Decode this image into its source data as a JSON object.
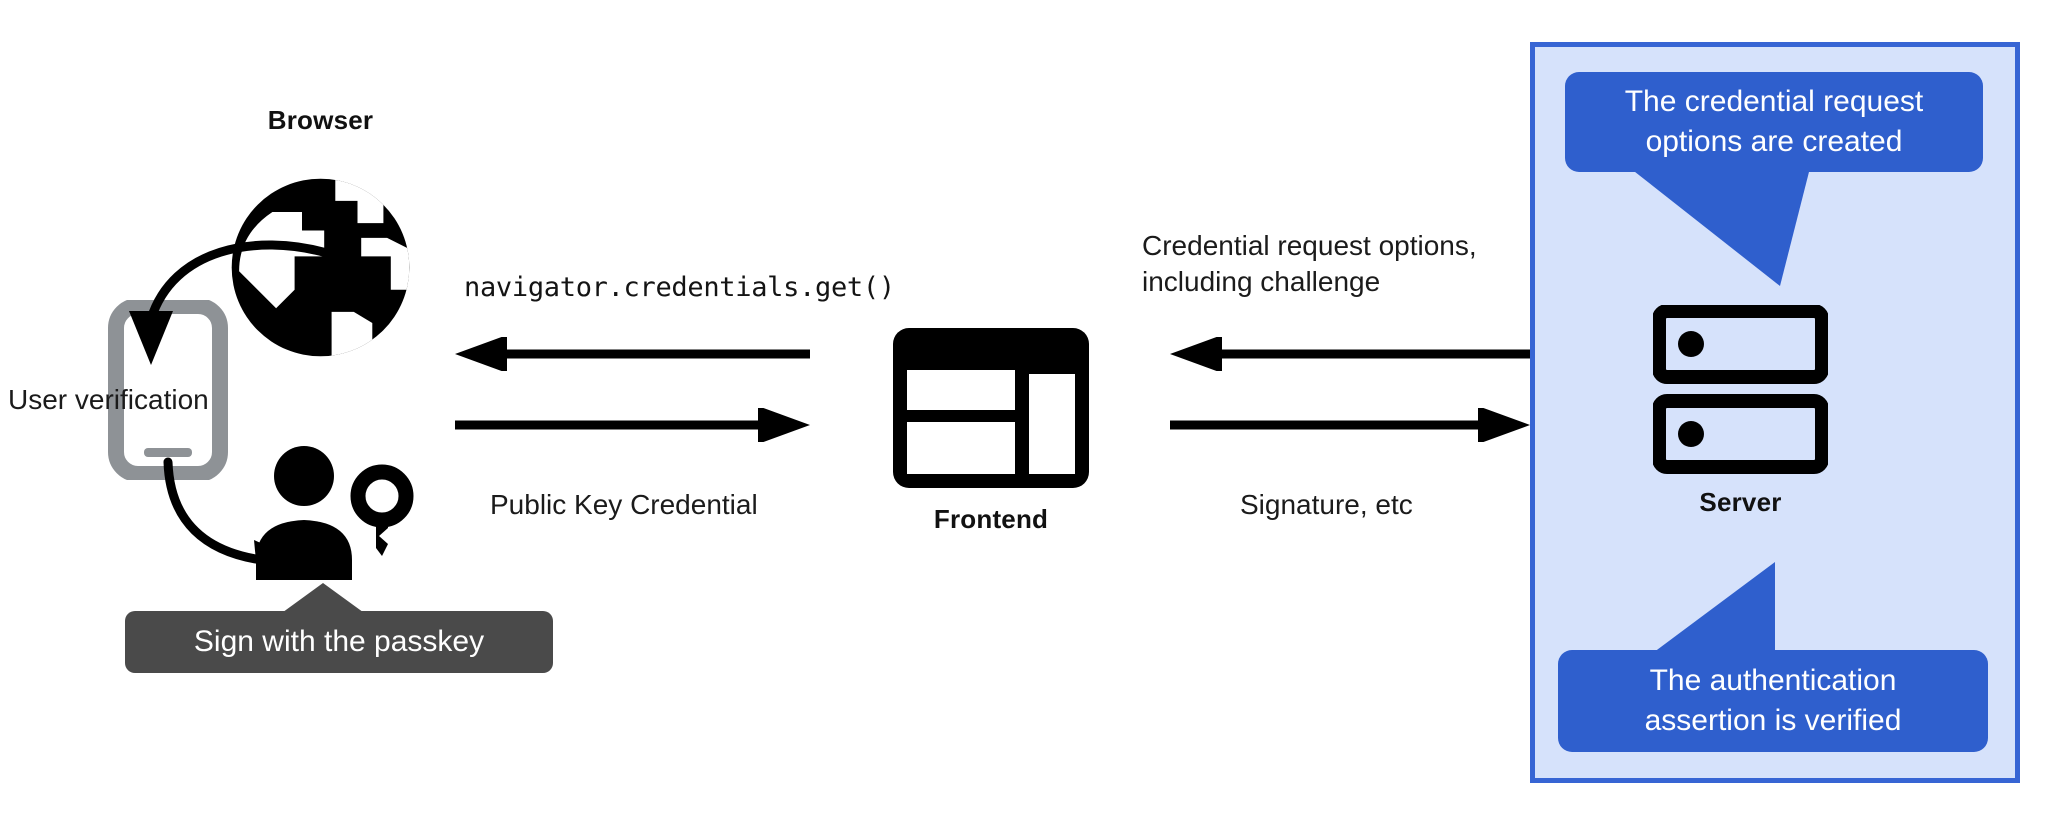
{
  "diagram": {
    "title": "WebAuthn passkey authentication flow",
    "background": "#ffffff"
  },
  "colors": {
    "panel_fill": "#d6e2fb",
    "panel_border": "#3765d4",
    "callout_blue": "#2f5fcd",
    "tooltip_gray": "#4a4a4a",
    "icon_black": "#000000",
    "phone_gray": "#8e9296",
    "text": "#1b1b1b"
  },
  "nodes": {
    "browser": {
      "label": "Browser",
      "icon": "globe-icon"
    },
    "authenticator": {
      "icon": "phone-icon"
    },
    "user": {
      "icon": "person-with-key-icon"
    },
    "frontend": {
      "label": "Frontend",
      "icon": "window-layout-icon"
    },
    "server": {
      "label": "Server",
      "icon": "server-rack-icon"
    }
  },
  "labels": {
    "user_verification": "User verification",
    "navigator_get": "navigator.credentials.get()",
    "public_key_credential": "Public Key Credential",
    "credential_request_options": "Credential request options,",
    "credential_request_options_line2": "including challenge",
    "signature_etc": "Signature, etc"
  },
  "callouts": {
    "top": {
      "line1": "The credential request",
      "line2": "options are created",
      "text": "The credential request options are created"
    },
    "bottom": {
      "line1": "The authentication",
      "line2": "assertion is verified",
      "text": "The authentication assertion is verified"
    }
  },
  "tooltip": {
    "sign_with_passkey": "Sign with the passkey"
  },
  "arrows": [
    {
      "name": "browser-to-authenticator",
      "direction": "curve-down-left"
    },
    {
      "name": "authenticator-to-user",
      "direction": "curve-down-right"
    },
    {
      "name": "frontend-to-browser",
      "direction": "left"
    },
    {
      "name": "browser-to-frontend",
      "direction": "right"
    },
    {
      "name": "server-to-frontend",
      "direction": "left"
    },
    {
      "name": "frontend-to-server",
      "direction": "right"
    }
  ]
}
